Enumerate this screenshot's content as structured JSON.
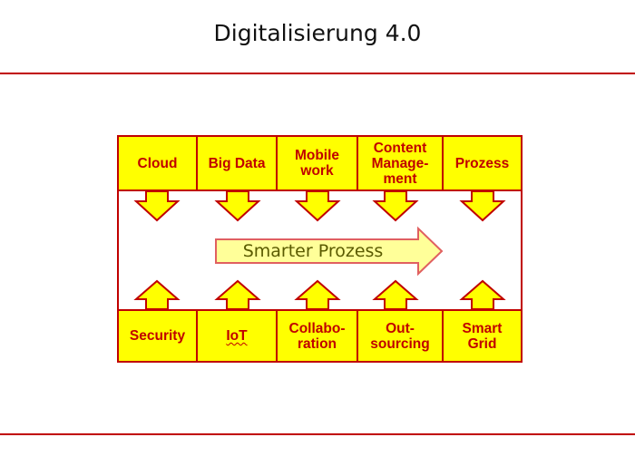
{
  "title": "Digitalisierung 4.0",
  "top_boxes": [
    {
      "label": "Cloud"
    },
    {
      "label": "Big Data"
    },
    {
      "label": "Mobile\nwork"
    },
    {
      "label": "Content\nManage-\nment"
    },
    {
      "label": "Prozess"
    }
  ],
  "bottom_boxes": [
    {
      "label": "Security"
    },
    {
      "label": "IoT"
    },
    {
      "label": "Collabo-\nration"
    },
    {
      "label": "Out-\nsourcing"
    },
    {
      "label": "Smart\nGrid"
    }
  ],
  "center_arrow_label": "Smarter Prozess",
  "colors": {
    "accent_red": "#c00000",
    "box_yellow": "#ffff00",
    "center_arrow_fill": "#ffff99",
    "center_arrow_stroke": "#e06060"
  }
}
